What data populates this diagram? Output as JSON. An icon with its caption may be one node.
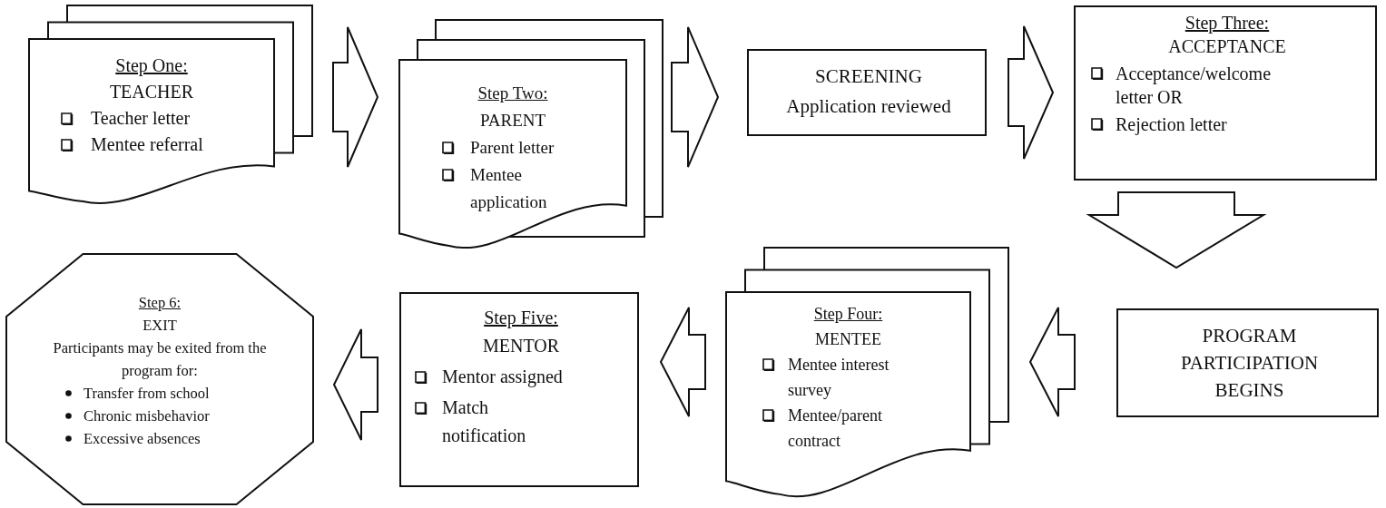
{
  "diagram": {
    "nodes": [
      {
        "text": [
          "Step One:",
          "TEACHER",
          "Teacher letter",
          "Mentee referral"
        ]
      },
      {
        "text": [
          "Step Two:",
          "PARENT",
          "Parent letter",
          "Mentee application"
        ]
      },
      {
        "text": [
          "SCREENING",
          "Application reviewed"
        ]
      },
      {
        "text": [
          "Step Three:",
          "ACCEPTANCE",
          "Acceptance/welcome letter OR",
          "Rejection letter"
        ]
      },
      {
        "text": [
          "PROGRAM PARTICIPATION BEGINS"
        ]
      },
      {
        "text": [
          "Step Four:",
          "MENTEE",
          "Mentee interest survey",
          "Mentee/parent contract"
        ]
      },
      {
        "text": [
          "Step Five:",
          "MENTOR",
          "Mentor assigned",
          "Match notification"
        ]
      },
      {
        "text": [
          "Step 6:",
          "EXIT",
          "Participants may be exited from the program for:",
          "Transfer from school",
          "Chronic misbehavior",
          "Excessive absences"
        ]
      }
    ],
    "edges": [
      {
        "from": 0,
        "to": 1,
        "arrow": "to"
      },
      {
        "from": 1,
        "to": 2,
        "arrow": "to"
      },
      {
        "from": 2,
        "to": 3,
        "arrow": "to"
      },
      {
        "from": 3,
        "to": 4,
        "arrow": "to"
      },
      {
        "from": 4,
        "to": 5,
        "arrow": "to"
      },
      {
        "from": 5,
        "to": 6,
        "arrow": "to"
      },
      {
        "from": 6,
        "to": 7,
        "arrow": "to"
      }
    ]
  }
}
